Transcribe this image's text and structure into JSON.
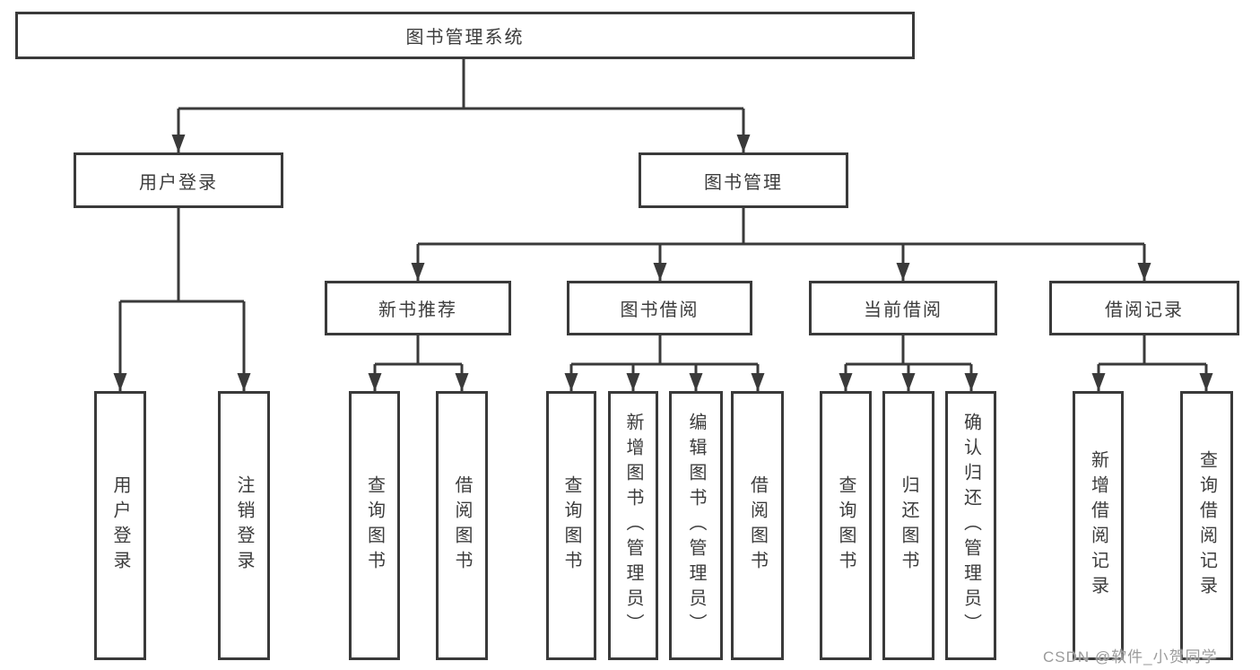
{
  "diagram": {
    "title": "图书管理系统",
    "tree": {
      "label": "图书管理系统",
      "children": [
        {
          "label": "用户登录",
          "children": [
            {
              "label": "用户登录"
            },
            {
              "label": "注销登录"
            }
          ]
        },
        {
          "label": "图书管理",
          "children": [
            {
              "label": "新书推荐",
              "children": [
                {
                  "label": "查询图书"
                },
                {
                  "label": "借阅图书"
                }
              ]
            },
            {
              "label": "图书借阅",
              "children": [
                {
                  "label": "查询图书"
                },
                {
                  "label": "新增图书（管理员）"
                },
                {
                  "label": "编辑图书（管理员）"
                },
                {
                  "label": "借阅图书"
                }
              ]
            },
            {
              "label": "当前借阅",
              "children": [
                {
                  "label": "查询图书"
                },
                {
                  "label": "归还图书"
                },
                {
                  "label": "确认归还（管理员）"
                }
              ]
            },
            {
              "label": "借阅记录",
              "children": [
                {
                  "label": "新增借阅记录"
                },
                {
                  "label": "查询借阅记录"
                }
              ]
            }
          ]
        }
      ]
    },
    "colors": {
      "line": "#3a3a3a",
      "box_border": "#3a3a3a",
      "box_fill": "#ffffff",
      "text": "#3c3c3c",
      "background": "#ffffff",
      "watermark": "#9b9b9b"
    }
  },
  "watermark": {
    "text": "CSDN @软件_小贺同学"
  }
}
